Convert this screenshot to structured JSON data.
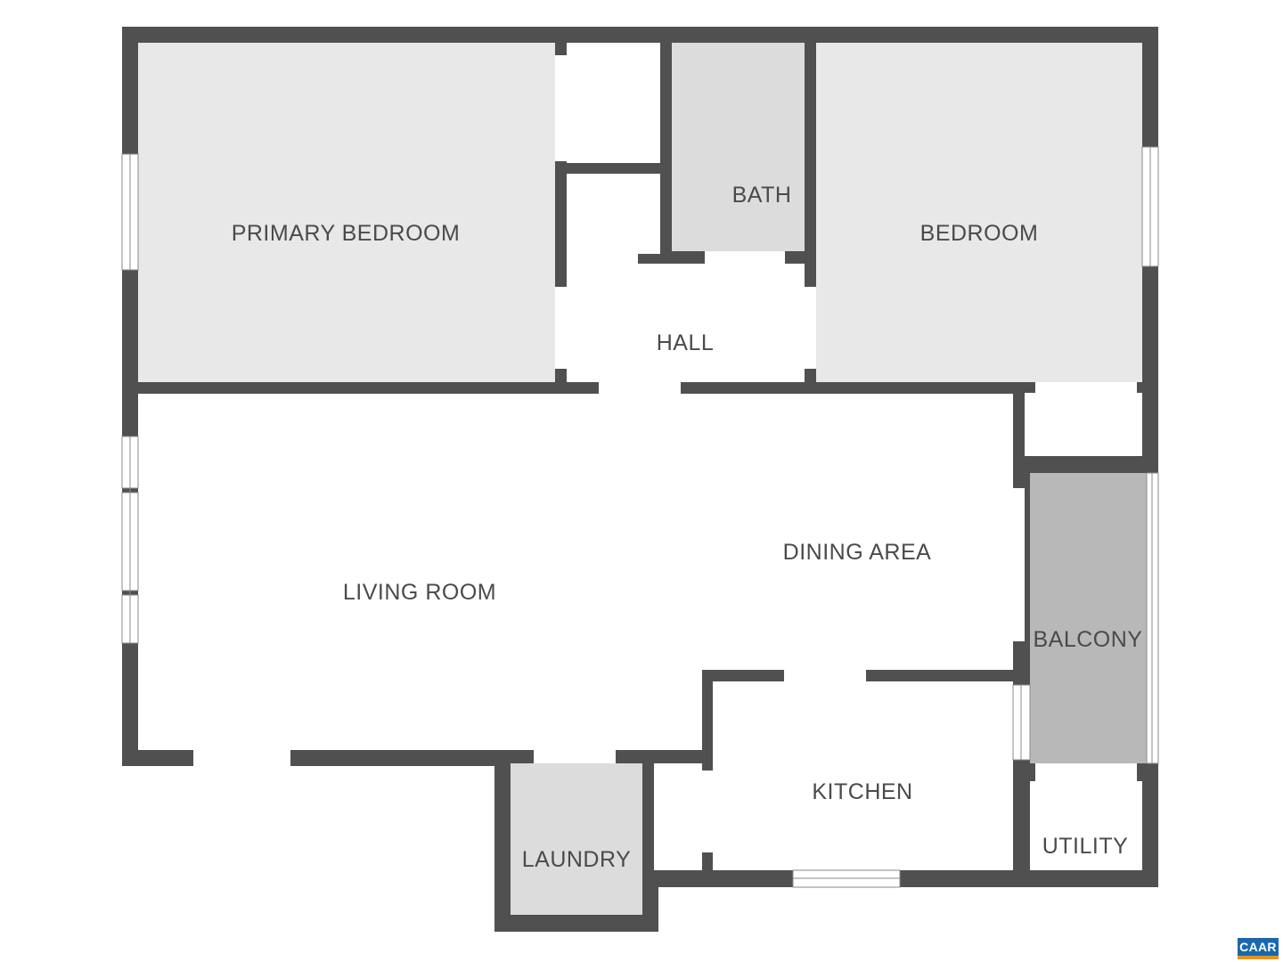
{
  "rooms": {
    "primary_bedroom": "PRIMARY BEDROOM",
    "bath": "BATH",
    "bedroom": "BEDROOM",
    "hall": "HALL",
    "living_room": "LIVING ROOM",
    "dining_area": "DINING AREA",
    "balcony": "BALCONY",
    "kitchen": "KITCHEN",
    "laundry": "LAUNDRY",
    "utility": "UTILITY"
  },
  "badge": {
    "text": "CAAR"
  },
  "colors": {
    "wall": "#505050",
    "room_light": "#e8e8e8",
    "room_mid": "#dcdcdc",
    "balcony": "#b8b8b8",
    "label": "#4a4a4a"
  }
}
